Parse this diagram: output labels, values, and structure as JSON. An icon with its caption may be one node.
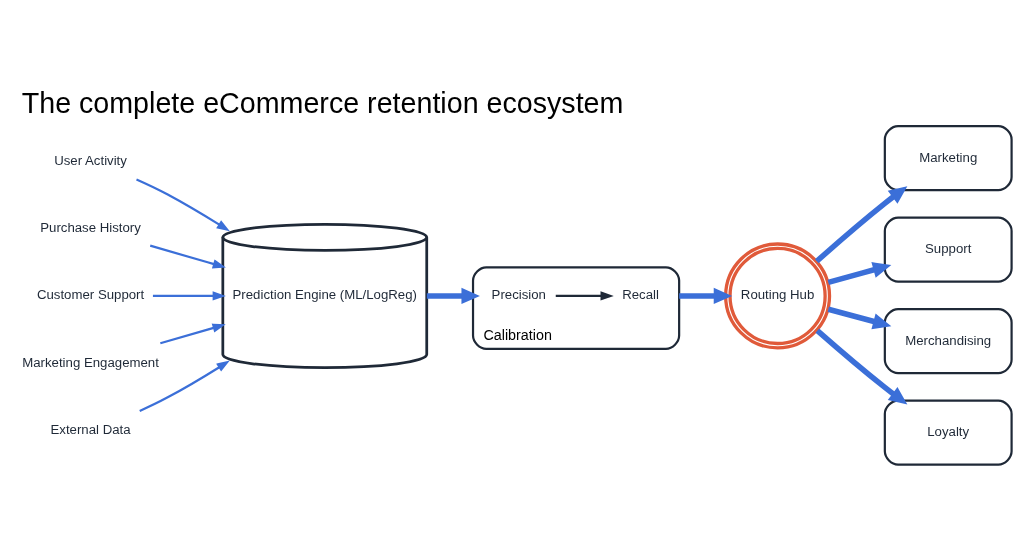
{
  "diagram": {
    "title": "The complete eCommerce retention ecosystem",
    "nodes": [
      {
        "text": [
          "User Activity"
        ]
      },
      {
        "text": [
          "Purchase History"
        ]
      },
      {
        "text": [
          "Customer Support"
        ]
      },
      {
        "text": [
          "Marketing Engagement"
        ]
      },
      {
        "text": [
          "External Data"
        ]
      },
      {
        "text": [
          "Prediction Engine (ML/LogReg)"
        ]
      },
      {
        "text": [
          "Calibration"
        ]
      },
      {
        "text": [
          "Precision"
        ],
        "in": 6
      },
      {
        "text": [
          "Recall"
        ],
        "in": 6
      },
      {
        "text": [
          "Routing Hub"
        ]
      },
      {
        "text": [
          "Marketing"
        ]
      },
      {
        "text": [
          "Support"
        ]
      },
      {
        "text": [
          "Merchandising"
        ]
      },
      {
        "text": [
          "Loyalty"
        ]
      }
    ],
    "edges": [
      {
        "from": 0,
        "to": 5,
        "arrow": "to"
      },
      {
        "from": 1,
        "to": 5,
        "arrow": "to"
      },
      {
        "from": 2,
        "to": 5,
        "arrow": "to"
      },
      {
        "from": 3,
        "to": 5,
        "arrow": "to"
      },
      {
        "from": 4,
        "to": 5,
        "arrow": "to"
      },
      {
        "from": 5,
        "to": 6,
        "arrow": "to",
        "style": "thick"
      },
      {
        "from": 7,
        "to": 8,
        "arrow": "to",
        "color": "#1f2937"
      },
      {
        "from": 6,
        "to": 9,
        "arrow": "to",
        "style": "thick"
      },
      {
        "from": 9,
        "to": 10,
        "arrow": "to",
        "style": "thick"
      },
      {
        "from": 9,
        "to": 11,
        "arrow": "to",
        "style": "thick"
      },
      {
        "from": 9,
        "to": 12,
        "arrow": "to",
        "style": "thick"
      },
      {
        "from": 9,
        "to": 13,
        "arrow": "to",
        "style": "thick"
      }
    ]
  }
}
